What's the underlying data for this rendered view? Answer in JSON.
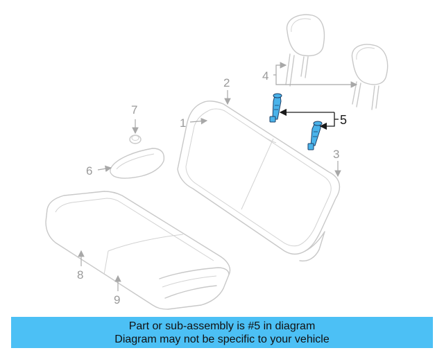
{
  "callouts": {
    "c1": "1",
    "c2": "2",
    "c3": "3",
    "c4": "4",
    "c5": "5",
    "c6": "6",
    "c7": "7",
    "c8": "8",
    "c9": "9"
  },
  "highlighted_part": "5",
  "colors": {
    "banner": "#4cc0f5",
    "highlight": "#4ab3ea",
    "outline": "#c8c8c8"
  },
  "banner": {
    "line1": "Part or sub-assembly is #5 in diagram",
    "line2": "Diagram may not be specific to your vehicle"
  }
}
